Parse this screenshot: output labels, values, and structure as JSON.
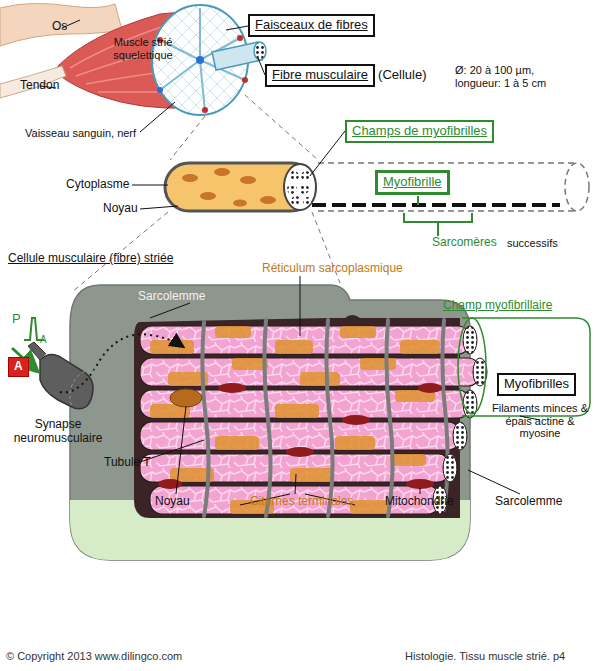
{
  "diagram": {
    "nodes": [
      {
        "text": [
          "Faisceaux de fibres"
        ]
      },
      {
        "text": [
          "Fibre musculaire",
          "(Cellule)"
        ]
      },
      {
        "text": [
          "Champs de myofibrilles"
        ]
      },
      {
        "text": [
          "Myofibrille"
        ]
      },
      {
        "text": [
          "Myofibrilles"
        ]
      },
      {
        "text": [
          "A"
        ]
      }
    ],
    "labels": [
      "Os",
      "Muscle strié squelettique",
      "Tendon",
      "Vaisseau sanguin, nerf",
      "Ø: 20 à 100 µm, longueur: 1 à 5 cm",
      "Cytoplasme",
      "Noyau",
      "Sarcomères",
      "successifs",
      "Cellule musculaire (fibre) striée",
      "Réticulum sarcoplasmique",
      "Sarcolemme",
      "Champ myofibrillaire",
      "P",
      "A",
      "Synapse neuromusculaire",
      "Filaments minces & épais actine & myosine",
      "Tubule T",
      "Noyau",
      "Citernes terminales",
      "Mitochondrie",
      "Sarcolemme",
      "© Copyright 2013 www.dilingco.com",
      "Histologie. Tissu muscle strié. p4"
    ]
  }
}
